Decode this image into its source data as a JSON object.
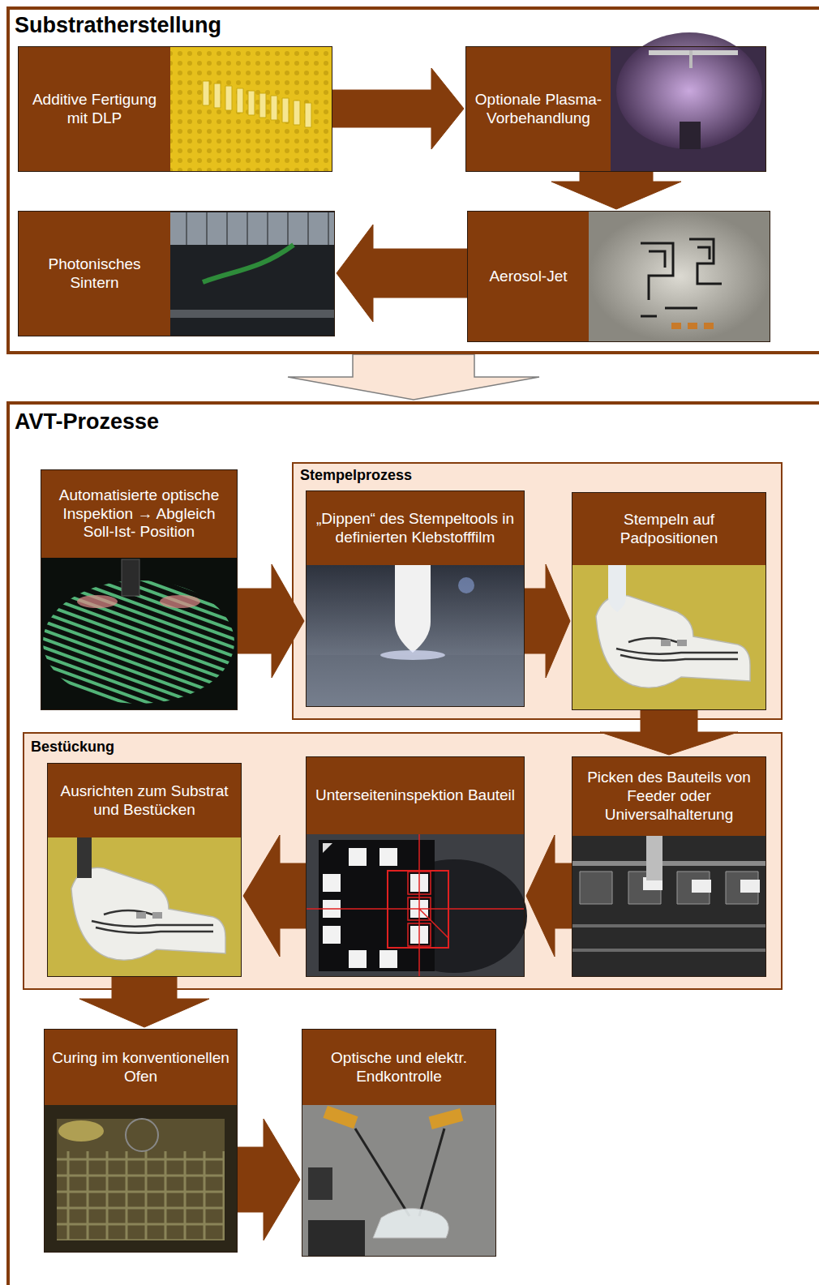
{
  "diagram": {
    "nodes": [
      {
        "text": [
          "Substratherstellung"
        ]
      },
      {
        "text": [
          "Additive Fertigung mit DLP"
        ],
        "in": 0
      },
      {
        "text": [
          "Optionale Plasma- Vorbehandlung"
        ],
        "in": 0
      },
      {
        "text": [
          "Photonisches Sintern"
        ],
        "in": 0
      },
      {
        "text": [
          "Aerosol-Jet"
        ],
        "in": 0
      },
      {
        "text": [
          "AVT-Prozesse"
        ]
      },
      {
        "text": [
          "Automatisierte optische Inspektion → Abgleich Soll-Ist- Position"
        ],
        "in": 5
      },
      {
        "text": [
          "Stempelprozess"
        ],
        "in": 5
      },
      {
        "text": [
          "„Dippen“ des Stempeltools in definierten Klebstofffilm"
        ],
        "in": 7
      },
      {
        "text": [
          "Stempeln auf Padpositionen"
        ],
        "in": 7
      },
      {
        "text": [
          "Bestückung"
        ],
        "in": 5
      },
      {
        "text": [
          "Ausrichten zum Substrat und Bestücken"
        ],
        "in": 10
      },
      {
        "text": [
          "Unterseiteninspektion Bauteil"
        ],
        "in": 10
      },
      {
        "text": [
          "Picken des Bauteils von Feeder oder Universalhalterung"
        ],
        "in": 10
      },
      {
        "text": [
          "Curing im konventionellen Ofen"
        ],
        "in": 5
      },
      {
        "text": [
          "Optische und elektr. Endkontrolle"
        ],
        "in": 5
      }
    ],
    "edges": [
      {
        "from": 1,
        "to": 2,
        "arrow": "to"
      },
      {
        "from": 2,
        "to": 4,
        "arrow": "to"
      },
      {
        "from": 4,
        "to": 3,
        "arrow": "to"
      },
      {
        "from": 0,
        "to": 5,
        "arrow": "to"
      },
      {
        "from": 6,
        "to": 8,
        "arrow": "to"
      },
      {
        "from": 8,
        "to": 9,
        "arrow": "to"
      },
      {
        "from": 9,
        "to": 13,
        "arrow": "to"
      },
      {
        "from": 13,
        "to": 12,
        "arrow": "to"
      },
      {
        "from": 12,
        "to": 11,
        "arrow": "to"
      },
      {
        "from": 11,
        "to": 14,
        "arrow": "to"
      },
      {
        "from": 14,
        "to": 15,
        "arrow": "to"
      }
    ]
  }
}
